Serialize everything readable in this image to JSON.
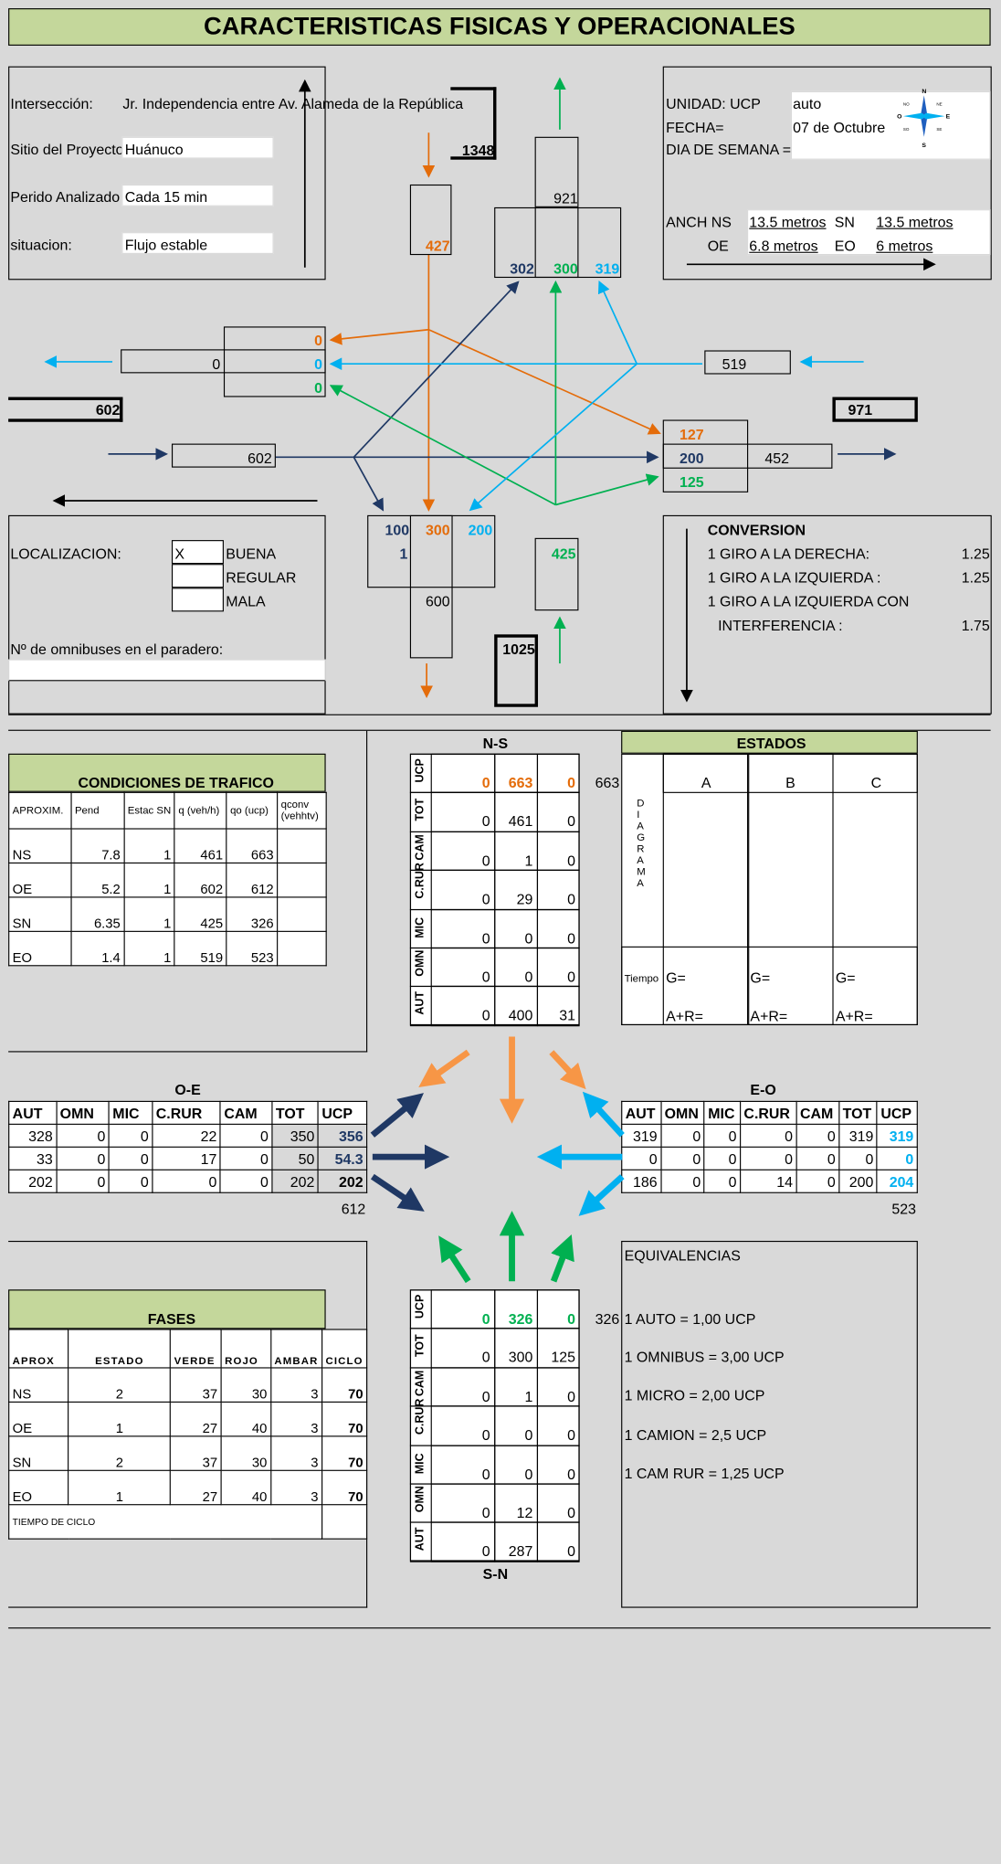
{
  "title": "CARACTERISTICAS FISICAS Y OPERACIONALES",
  "info": {
    "interseccion_label": "Intersección:",
    "interseccion_value": "Jr. Independencia entre Av. Alameda de la República",
    "sitio_label": "Sitio del Proyecto",
    "sitio_value": "Huánuco",
    "periodo_label": "Perido Analizado",
    "periodo_value": "Cada 15 min",
    "situacion_label": "situacion:",
    "situacion_value": "Flujo estable",
    "unidad_label": "UNIDAD: UCP",
    "unidad_value": "auto",
    "fecha_label": "FECHA=",
    "fecha_value": "07 de Octubre",
    "dia_label": "DIA DE SEMANA ="
  },
  "widths": {
    "anch_ns_label": "ANCH NS",
    "anch_ns": "13.5 metros",
    "sn_label": "SN",
    "sn": "13.5 metros",
    "oe_label": "OE",
    "oe": "6.8 metros",
    "eo_label": "EO",
    "eo": "6 metros"
  },
  "compass": {
    "n": "N",
    "s": "S",
    "e": "E",
    "o": "O",
    "ne": "NE",
    "no": "NO",
    "se": "SE",
    "so": "SO"
  },
  "diagram": {
    "north_total": "1348",
    "north_in": "427",
    "north_out": "921",
    "north_r": "302",
    "north_c": "300",
    "north_l": "319",
    "west_out_o": "0",
    "west_out_b": "0",
    "west_out_g": "0",
    "west_out": "0",
    "west_total": "602",
    "west_in": "602",
    "east_total": "971",
    "east_in": "519",
    "east_out_o": "127",
    "east_out_n": "200",
    "east_out_g": "125",
    "east_out": "452",
    "south_r": "100",
    "south_c": "300",
    "south_l": "200",
    "south_x": "1",
    "south_in": "425",
    "south_out": "600",
    "south_total": "1025"
  },
  "localizacion": {
    "label": "LOCALIZACION:",
    "mark": "X",
    "buena": "BUENA",
    "regular": "REGULAR",
    "mala": "MALA",
    "omnibus": "Nº de omnibuses en el paradero:"
  },
  "conversion": {
    "title": "CONVERSION",
    "r1": "1 GIRO A LA DERECHA:",
    "v1": "1.25",
    "r2": "1 GIRO A LA IZQUIERDA :",
    "v2": "1.25",
    "r3": "1 GIRO A LA IZQUIERDA CON",
    "r3b": "INTERFERENCIA :",
    "v3": "1.75"
  },
  "condiciones": {
    "title": "CONDICIONES DE TRAFICO",
    "headers": [
      "APROXIM.",
      "Pend",
      "Estac SN",
      "q (veh/h)",
      "qo (ucp)",
      "qconv (vehhtv)"
    ],
    "rows": [
      [
        "NS",
        "7.8",
        "1",
        "461",
        "663",
        ""
      ],
      [
        "OE",
        "5.2",
        "1",
        "602",
        "612",
        ""
      ],
      [
        "SN",
        "6.35",
        "1",
        "425",
        "326",
        ""
      ],
      [
        "EO",
        "1.4",
        "1",
        "519",
        "523",
        ""
      ]
    ]
  },
  "ns": {
    "title": "N-S",
    "side": "663",
    "labels": [
      "UCP",
      "TOT",
      "CAM",
      "C.RUR",
      "MIC",
      "OMN",
      "AUT"
    ],
    "rows": [
      [
        "0",
        "663",
        "0"
      ],
      [
        "0",
        "461",
        "0"
      ],
      [
        "0",
        "1",
        "0"
      ],
      [
        "0",
        "29",
        "0"
      ],
      [
        "0",
        "0",
        "0"
      ],
      [
        "0",
        "0",
        "0"
      ],
      [
        "0",
        "400",
        "31"
      ]
    ]
  },
  "sn": {
    "title": "S-N",
    "side": "326",
    "labels": [
      "UCP",
      "TOT",
      "CAM",
      "C.RUR",
      "MIC",
      "OMN",
      "AUT"
    ],
    "rows": [
      [
        "0",
        "326",
        "0"
      ],
      [
        "0",
        "300",
        "125"
      ],
      [
        "0",
        "1",
        "0"
      ],
      [
        "0",
        "0",
        "0"
      ],
      [
        "0",
        "0",
        "0"
      ],
      [
        "0",
        "12",
        "0"
      ],
      [
        "0",
        "287",
        "0"
      ]
    ]
  },
  "estados": {
    "title": "ESTADOS",
    "cols": [
      "A",
      "B",
      "C"
    ],
    "diagrama": "DIAGRAMA",
    "tiempo": "Tiempo",
    "g": "G=",
    "ar": "A+R="
  },
  "oe": {
    "title": "O-E",
    "headers": [
      "AUT",
      "OMN",
      "MIC",
      "C.RUR",
      "CAM",
      "TOT",
      "UCP"
    ],
    "rows": [
      [
        "328",
        "0",
        "0",
        "22",
        "0",
        "350",
        "356"
      ],
      [
        "33",
        "0",
        "0",
        "17",
        "0",
        "50",
        "54.3"
      ],
      [
        "202",
        "0",
        "0",
        "0",
        "0",
        "202",
        "202"
      ]
    ],
    "total": "612"
  },
  "eo": {
    "title": "E-O",
    "headers": [
      "AUT",
      "OMN",
      "MIC",
      "C.RUR",
      "CAM",
      "TOT",
      "UCP"
    ],
    "rows": [
      [
        "319",
        "0",
        "0",
        "0",
        "0",
        "319",
        "319"
      ],
      [
        "0",
        "0",
        "0",
        "0",
        "0",
        "0",
        "0"
      ],
      [
        "186",
        "0",
        "0",
        "14",
        "0",
        "200",
        "204"
      ]
    ],
    "total": "523"
  },
  "fases": {
    "title": "FASES",
    "headers": [
      "APROX",
      "ESTADO",
      "VERDE",
      "ROJO",
      "AMBAR",
      "CICLO"
    ],
    "rows": [
      [
        "NS",
        "2",
        "37",
        "30",
        "3",
        "70"
      ],
      [
        "OE",
        "1",
        "27",
        "40",
        "3",
        "70"
      ],
      [
        "SN",
        "2",
        "37",
        "30",
        "3",
        "70"
      ],
      [
        "EO",
        "1",
        "27",
        "40",
        "3",
        "70"
      ]
    ],
    "footer": "TIEMPO DE CICLO"
  },
  "equivalencias": {
    "title": "EQUIVALENCIAS",
    "items": [
      "1 AUTO  = 1,00 UCP",
      "1 OMNIBUS = 3,00 UCP",
      "1 MICRO = 2,00 UCP",
      "1 CAMION = 2,5 UCP",
      "1 CAM RUR = 1,25 UCP"
    ]
  },
  "colors": {
    "orange": "#e46c0a",
    "navy": "#1f3864",
    "green": "#00b050",
    "lightblue": "#00b0f0",
    "header_green": "#c4d79b"
  }
}
